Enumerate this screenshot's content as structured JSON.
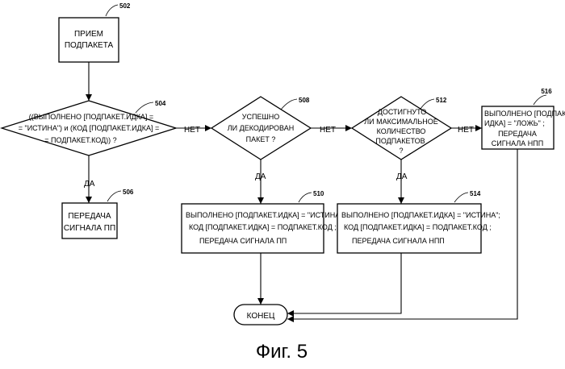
{
  "figure": {
    "caption": "Фиг. 5",
    "labels": {
      "no": "НЕТ",
      "yes": "ДА"
    }
  },
  "blocks": {
    "b502": {
      "ref": "502",
      "lines": [
        "ПРИЕМ",
        "ПОДПАКЕТА"
      ]
    },
    "b504": {
      "ref": "504",
      "lines": [
        "((ВЫПОЛНЕНО [ПОДПАКЕТ.ИДКА] =",
        "= \"ИСТИНА\")  и  (КОД [ПОДПАКЕТ.ИДКА] =",
        "= ПОДПАКЕТ.КОД))  ?"
      ]
    },
    "b506": {
      "ref": "506",
      "lines": [
        "ПЕРЕДАЧА",
        "СИГНАЛА  ПП"
      ]
    },
    "b508": {
      "ref": "508",
      "lines": [
        "УСПЕШНО",
        "ЛИ ДЕКОДИРОВАН",
        "ПАКЕТ  ?"
      ]
    },
    "b510": {
      "ref": "510",
      "lines": [
        "ВЫПОЛНЕНО [ПОДПАКЕТ.ИДКА] = \"ИСТИНА\";",
        "КОД [ПОДПАКЕТ.ИДКА] = ПОДПАКЕТ.КОД ;",
        "ПЕРЕДАЧА  СИГНАЛА  ПП"
      ]
    },
    "b512": {
      "ref": "512",
      "lines": [
        "ДОСТИГНУТО",
        "ЛИ МАКСИМАЛЬНОЕ",
        "КОЛИЧЕСТВО",
        "ПОДПАКЕТОВ",
        "?"
      ]
    },
    "b514": {
      "ref": "514",
      "lines": [
        "ВЫПОЛНЕНО [ПОДПАКЕТ.ИДКА] = \"ИСТИНА\";",
        "КОД [ПОДПАКЕТ.ИДКА] = ПОДПАКЕТ.КОД ;",
        "ПЕРЕДАЧА  СИГНАЛА  НПП"
      ]
    },
    "b516": {
      "ref": "516",
      "lines": [
        "ВЫПОЛНЕНО [ПОДПАКЕТ.",
        "ИДКА] = \"ЛОЖЬ\" ;",
        "ПЕРЕДАЧА",
        "СИГНАЛА  НПП"
      ]
    },
    "end": {
      "lines": [
        "КОНЕЦ"
      ]
    }
  }
}
